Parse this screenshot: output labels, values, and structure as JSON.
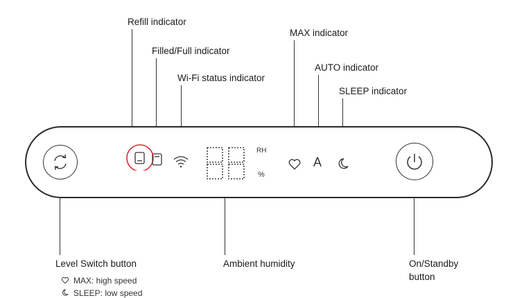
{
  "callouts": {
    "refill": "Refill indicator",
    "filled_full": "Filled/Full indicator",
    "wifi": "Wi-Fi status indicator",
    "max": "MAX indicator",
    "auto": "AUTO indicator",
    "sleep": "SLEEP indicator",
    "level_switch": "Level Switch button",
    "ambient": "Ambient humidity",
    "on_standby_line1": "On/Standby",
    "on_standby_line2": "button"
  },
  "display": {
    "unit_rh": "RH",
    "unit_percent": "%",
    "auto_letter": "A"
  },
  "legend": {
    "max_line": "MAX: high speed",
    "sleep_line": "SLEEP: low speed"
  },
  "highlight_color": "#e0282e"
}
